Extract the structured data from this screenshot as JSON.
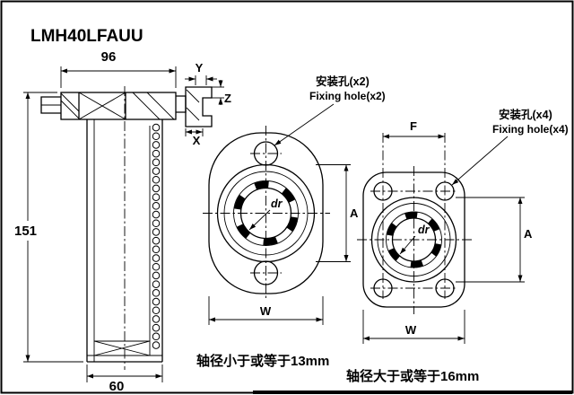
{
  "drawing": {
    "title": "LMH40LFAUU",
    "background_color": "#ffffff",
    "line_color": "#000000"
  },
  "side_view": {
    "dim_top": "96",
    "dim_left": "151",
    "dim_bottom": "60",
    "detail_dims": {
      "y": "Y",
      "z": "Z",
      "x": "X"
    }
  },
  "oval_flange_view": {
    "hole_label_cn": "安装孔(x2)",
    "hole_label_en": "Fixing hole(x2)",
    "bore_label": "dr",
    "dim_height": "A",
    "dim_width": "W",
    "caption": "轴径小于或等于13mm"
  },
  "square_flange_view": {
    "hole_label_cn": "安装孔(x4)",
    "hole_label_en": "Fixing hole(x4)",
    "bore_label": "dr",
    "dim_hole_spacing": "F",
    "dim_height": "A",
    "dim_width": "W",
    "caption": "轴径大于或等于16mm"
  }
}
